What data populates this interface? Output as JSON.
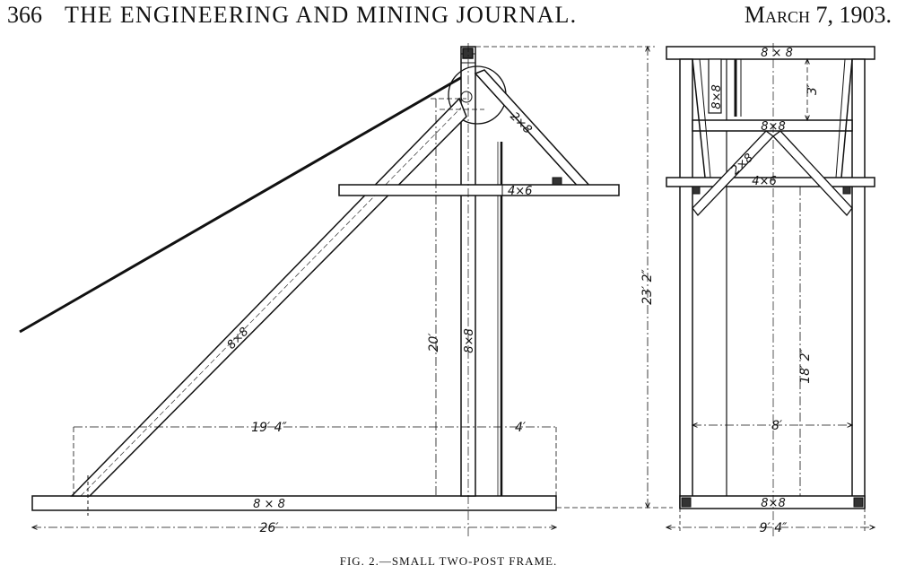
{
  "header": {
    "page_number": "366",
    "journal_title": "THE ENGINEERING AND MINING JOURNAL.",
    "date": "March 7, 1903."
  },
  "caption": "FIG. 2.—SMALL TWO-POST FRAME.",
  "side_view": {
    "brace_label": "8×8",
    "post_label": "8×8",
    "strut_label": "2×8",
    "crossbar_label": "4×6",
    "sill_label": "8 × 8",
    "dim_post_height": "20′",
    "dim_back_span": "19′ 4″",
    "dim_front_span": "4′",
    "dim_total_length": "26′",
    "dim_total_height": "23′ 2″"
  },
  "front_view": {
    "top_cap_label": "8 × 8",
    "vertical_label": "8×8",
    "dim_top_gap": "3′",
    "upper_cross_label": "8×8",
    "strut_label": "2×8",
    "crossbar_label": "4×6",
    "dim_inner_height": "18′ 2″",
    "dim_inner_width": "8′",
    "sill_label": "8×8",
    "dim_total_width": "9′ 4″"
  }
}
